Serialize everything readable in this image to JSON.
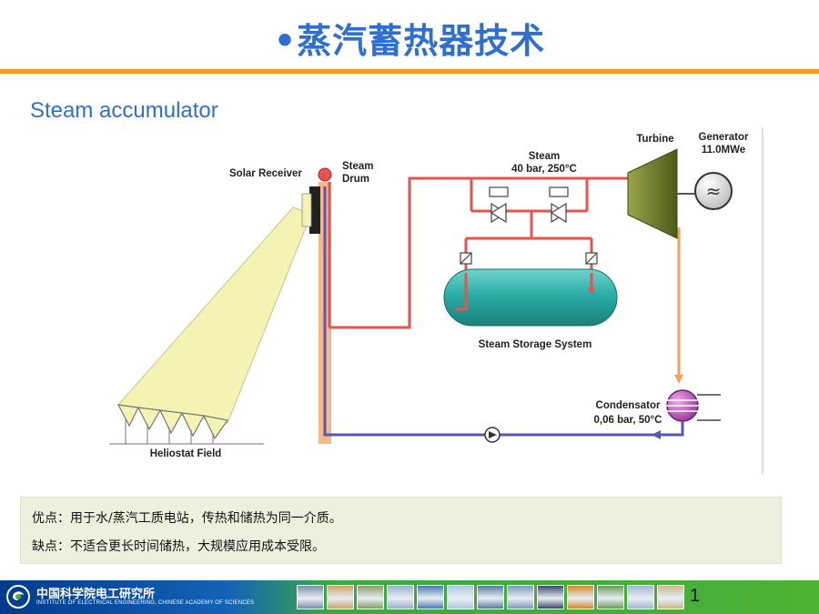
{
  "slide": {
    "title": "•蒸汽蓄热器技术",
    "subtitle": "Steam accumulator",
    "page_number": "1"
  },
  "diagram": {
    "labels": {
      "solar_receiver": "Solar Receiver",
      "steam_drum_1": "Steam",
      "steam_drum_2": "Drum",
      "steam_1": "Steam",
      "steam_2": "40 bar, 250°C",
      "turbine": "Turbine",
      "generator_1": "Generator",
      "generator_2": "11.0MWe",
      "storage": "Steam Storage System",
      "condensator_1": "Condensator",
      "condensator_2": "0,06 bar, 50°C",
      "heliostat": "Heliostat Field"
    },
    "generator_symbol": "≈",
    "colors": {
      "hot_pipe": "#e8524f",
      "cold_pipe": "#5a55b0",
      "return_pipe": "#f2a25a",
      "tank": "#2aaea7",
      "turbine": "#5f6e22",
      "beam": "#f5f3b4"
    }
  },
  "notes": {
    "advantages": "优点：用于水/蒸汽工质电站，传热和储热为同一介质。",
    "disadvantages": "缺点：不适合更长时间储热，大规模应用成本受限。"
  },
  "footer": {
    "institute_cn": "中国科学院电工研究所",
    "institute_en": "INSTITUTE OF ELECTRICAL ENGINEERING, CHINESE ACADEMY OF SCIENCES",
    "thumb_colors": [
      "#7a8fa8",
      "#c9a46a",
      "#8a9a6a",
      "#9ab0c8",
      "#4a7ab0",
      "#b0c8e0",
      "#5a7a9a",
      "#7a9ab8",
      "#3a4a6a",
      "#d08a30",
      "#6a9a5a",
      "#a0b8d0",
      "#c8b890"
    ]
  }
}
